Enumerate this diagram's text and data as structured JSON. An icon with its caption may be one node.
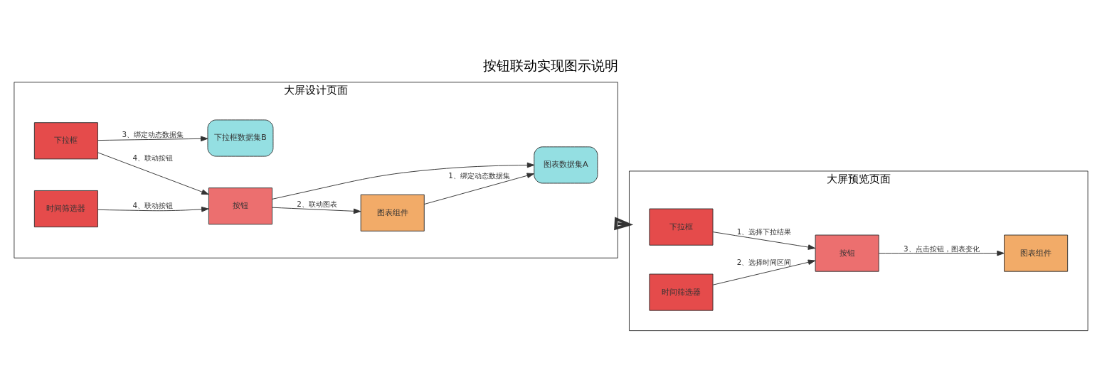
{
  "diagram": {
    "title": "按钮联动实现图示说明",
    "nodes": [
      {
        "text": [
          "大屏设计页面"
        ]
      },
      {
        "text": [
          "图表组件"
        ],
        "in": 0
      },
      {
        "text": [
          "下拉框数据集B"
        ],
        "in": 0
      },
      {
        "text": [
          "图表数据集A"
        ],
        "in": 0
      },
      {
        "text": [
          "按钮"
        ],
        "in": 0
      },
      {
        "text": [
          "下拉框"
        ],
        "in": 0
      },
      {
        "text": [
          "时间筛选器"
        ],
        "in": 0
      },
      {
        "text": [
          "大屏预览页面"
        ]
      },
      {
        "text": [
          "下拉框"
        ],
        "in": 7
      },
      {
        "text": [
          "按钮"
        ],
        "in": 7
      },
      {
        "text": [
          "图表组件"
        ],
        "in": 7
      },
      {
        "text": [
          "时间筛选器"
        ],
        "in": 7
      }
    ],
    "edges": [
      {
        "from": 1,
        "to": 3,
        "arrow": "to",
        "label": "1、绑定动态数据集"
      },
      {
        "from": 4,
        "to": 3,
        "arrow": "to"
      },
      {
        "from": 4,
        "to": 1,
        "arrow": "to",
        "label": "2、联动图表"
      },
      {
        "from": 5,
        "to": 2,
        "arrow": "to",
        "label": "3、绑定动态数据集"
      },
      {
        "from": 5,
        "to": 4,
        "arrow": "to",
        "label": "4、联动按钮"
      },
      {
        "from": 6,
        "to": 4,
        "arrow": "to",
        "label": "4、联动按钮"
      },
      {
        "from": 0,
        "to": 7,
        "arrow": "to",
        "style": "thick"
      },
      {
        "from": 8,
        "to": 9,
        "arrow": "to",
        "label": "1、选择下拉结果"
      },
      {
        "from": 11,
        "to": 9,
        "arrow": "to",
        "label": "2、选择时间区间"
      },
      {
        "from": 9,
        "to": 10,
        "arrow": "to",
        "label": "3、点击按钮，图表变化"
      }
    ]
  }
}
